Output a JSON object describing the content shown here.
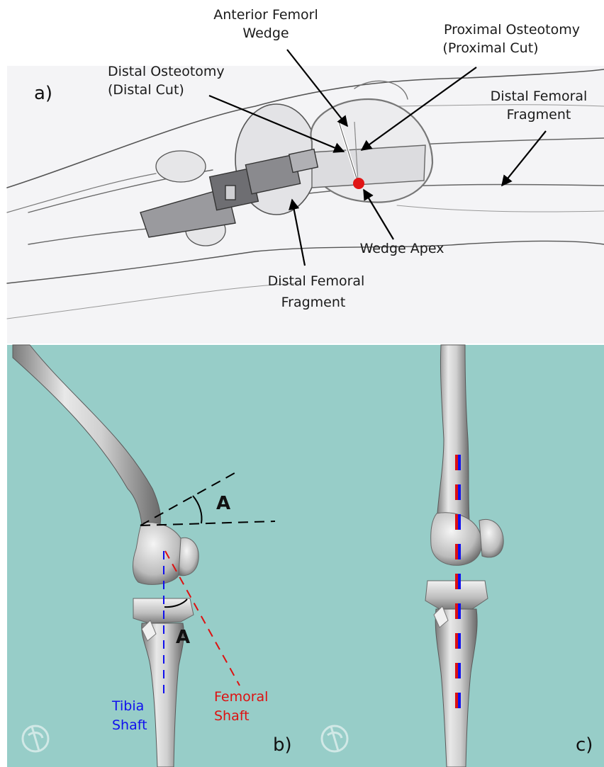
{
  "panel_a": {
    "letter": "a)",
    "labels": {
      "anterior_wedge": [
        "Anterior Femorl",
        "Wedge"
      ],
      "proximal_osteotomy": [
        "Proximal Osteotomy",
        "(Proximal Cut)"
      ],
      "distal_osteotomy": [
        "Distal Osteotomy",
        "(Distal Cut)"
      ],
      "distal_fragment_right": [
        "Distal Femoral",
        "Fragment"
      ],
      "wedge_apex": [
        "Wedge Apex"
      ],
      "distal_fragment_bottom": [
        "Distal Femoral",
        "Fragment"
      ]
    }
  },
  "panel_b": {
    "letter": "b)",
    "angle_label_top": "A",
    "angle_label_bottom": "A",
    "tibia_label": [
      "Tibia",
      "Shaft"
    ],
    "femoral_label": [
      "Femoral",
      "Shaft"
    ]
  },
  "panel_c": {
    "letter": "c)"
  },
  "colors": {
    "bg_teal": "#97cdc8",
    "sketch_bg": "#f4f4f6",
    "apex_red": "#e01515",
    "tibia_blue": "#1010ee",
    "femur_red": "#dd1111"
  }
}
